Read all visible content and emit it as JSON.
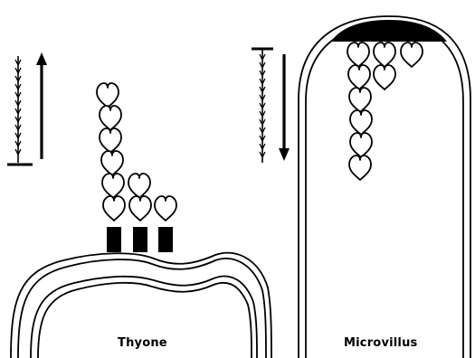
{
  "figure": {
    "left_panel_label": "Thyone",
    "right_panel_label": "Microvillus"
  },
  "colors": {
    "ink": "#000000",
    "paper": "#ffffff"
  },
  "panels": [
    {
      "label_key": "left_panel_label",
      "structure": "membrane-surface",
      "filament_stacks": [
        6,
        2,
        1
      ],
      "orientation": "barbed-end-at-membrane",
      "cap_blocks": 3
    },
    {
      "label_key": "right_panel_label",
      "structure": "microvillus-tip",
      "filament_stacks": [
        6,
        2,
        1
      ],
      "orientation": "barbed-end-at-tip-cap",
      "cap_blocks": 1
    }
  ]
}
